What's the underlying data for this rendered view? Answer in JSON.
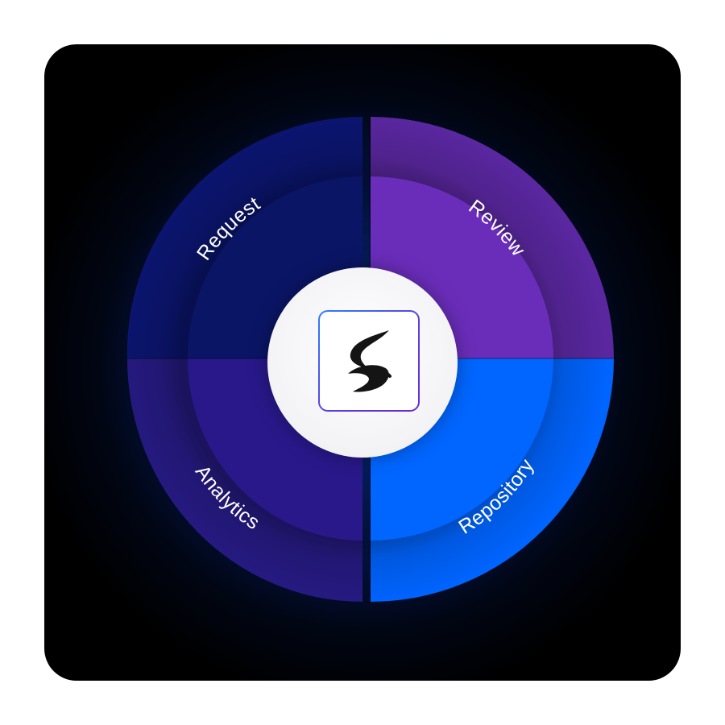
{
  "diagram": {
    "segments": [
      {
        "id": "request",
        "label": "Request",
        "outer_color": "#0b1570",
        "inner_color": "#0a1566"
      },
      {
        "id": "review",
        "label": "Review",
        "outer_color": "#5a27a0",
        "inner_color": "#6a2dba"
      },
      {
        "id": "repository",
        "label": "Repository",
        "outer_color": "#0064ff",
        "inner_color": "#0066ff"
      },
      {
        "id": "analytics",
        "label": "Analytics",
        "outer_color": "#261a82",
        "inner_color": "#29188a"
      }
    ],
    "center_logo": {
      "icon": "s-brand-logo-icon"
    }
  }
}
